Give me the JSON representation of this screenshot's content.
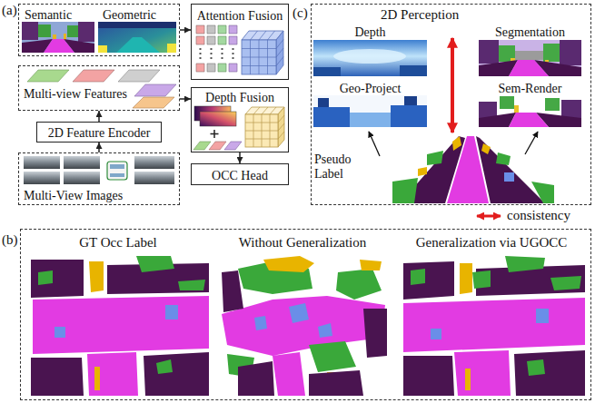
{
  "diagram": {
    "nodes": [
      {
        "text": [
          "Semantic",
          "Geometric"
        ]
      },
      {
        "text": [
          "Attention Fusion"
        ]
      },
      {
        "text": [
          "Multi-view Features"
        ]
      },
      {
        "text": [
          "Depth Fusion"
        ]
      },
      {
        "text": [
          "2D Feature Encoder"
        ]
      },
      {
        "text": [
          "OCC Head"
        ]
      },
      {
        "text": [
          "Multi-View Images"
        ]
      },
      {
        "text": [
          "(c)",
          "2D Perception"
        ]
      },
      {
        "text": [
          "Depth"
        ],
        "in": 7
      },
      {
        "text": [
          "Segmentation"
        ],
        "in": 7
      },
      {
        "text": [
          "Geo-Project"
        ],
        "in": 7
      },
      {
        "text": [
          "Sem-Render"
        ],
        "in": 7
      },
      {
        "text": [
          "(b)"
        ]
      },
      {
        "text": [
          "GT Occ Label"
        ],
        "in": 12
      },
      {
        "text": [
          "Without Generalization"
        ],
        "in": 12
      },
      {
        "text": [
          "Generalization via UGOCC"
        ],
        "in": 12
      }
    ],
    "edges": [
      {
        "from": 6,
        "to": 4,
        "arrow": "to"
      },
      {
        "from": 4,
        "to": 2,
        "arrow": "to"
      },
      {
        "from": 0,
        "to": 1,
        "arrow": "to"
      },
      {
        "from": 2,
        "to": 3,
        "arrow": "to"
      },
      {
        "from": 3,
        "to": 5,
        "arrow": "to"
      }
    ],
    "labels": [
      "(a)",
      "Pseudo Label"
    ],
    "legend": [
      {
        "text": "consistency"
      }
    ]
  }
}
